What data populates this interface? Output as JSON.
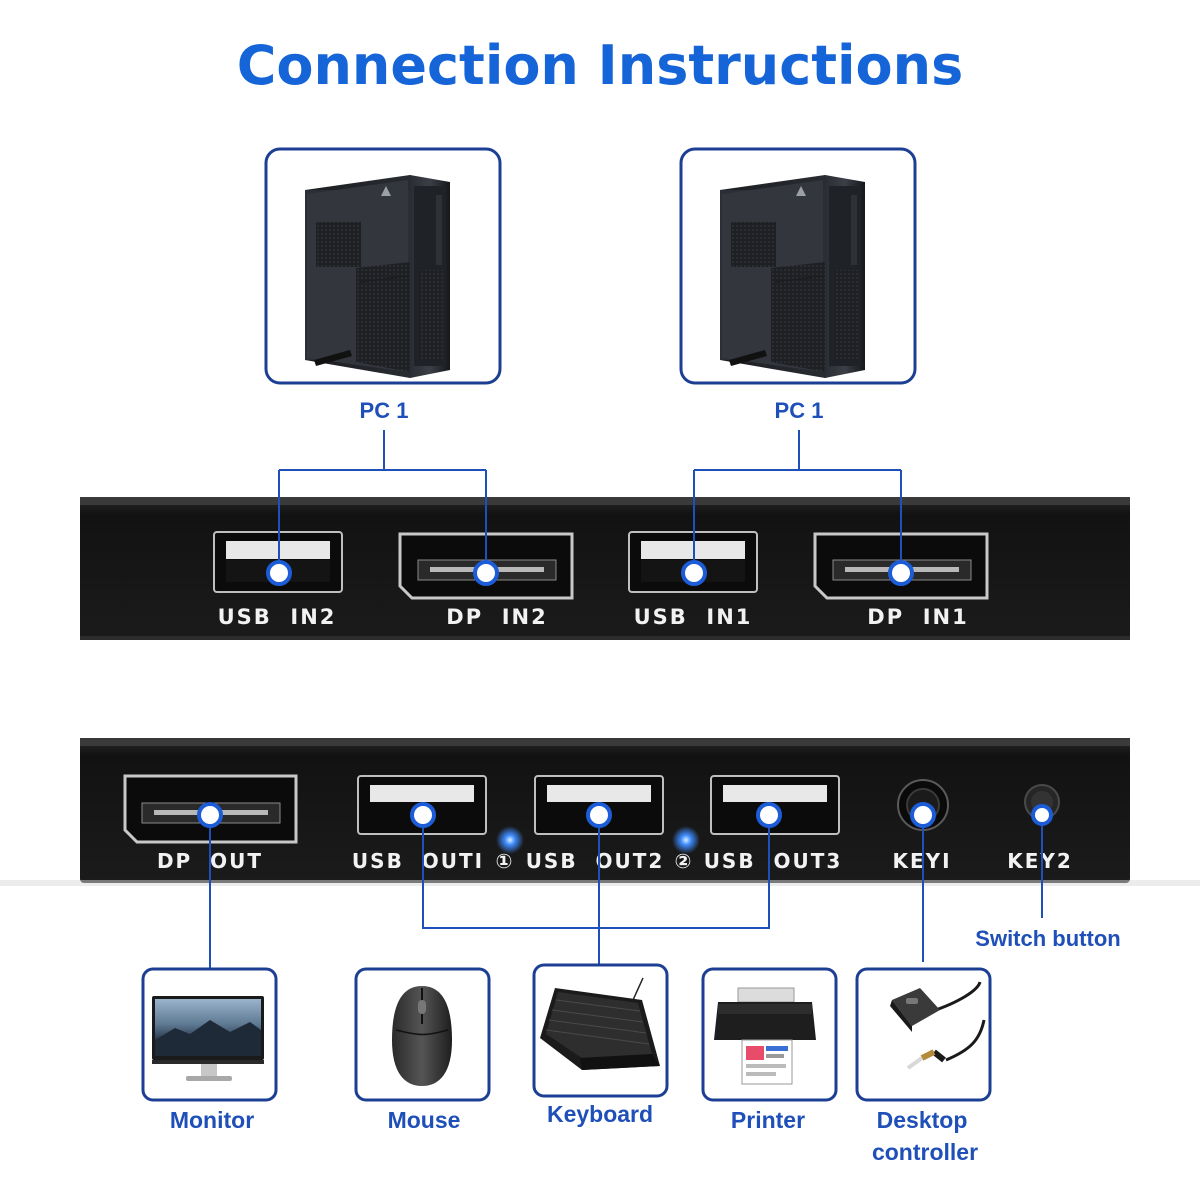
{
  "title": "Connection Instructions",
  "pcs": [
    {
      "label": "PC 1"
    },
    {
      "label": "PC 1"
    }
  ],
  "front_panel": {
    "ports": [
      "USB  IN2",
      "DP  IN2",
      "USB  IN1",
      "DP  IN1"
    ]
  },
  "back_panel": {
    "ports": [
      "DP  OUT",
      "USB  OUTI",
      "USB  OUT2",
      "USB  OUT3",
      "KEYI",
      "KEY2"
    ],
    "indicators": [
      "①",
      "②"
    ]
  },
  "switch_button": "Switch button",
  "devices": [
    {
      "label": "Monitor"
    },
    {
      "label": "Mouse"
    },
    {
      "label": "Keyboard"
    },
    {
      "label": "Printer"
    },
    {
      "label": "Desktop"
    },
    {
      "label": "controller"
    }
  ],
  "colors": {
    "title": "#1565d8",
    "label": "#1f4fb8",
    "frame": "#1c3f94",
    "line": "#1f4fb8",
    "panel": "#161616",
    "connector_dot": "#1c5cd6"
  },
  "icons": [
    "pc-tower-icon",
    "monitor-icon",
    "mouse-icon",
    "keyboard-icon",
    "printer-icon",
    "desktop-controller-icon"
  ]
}
